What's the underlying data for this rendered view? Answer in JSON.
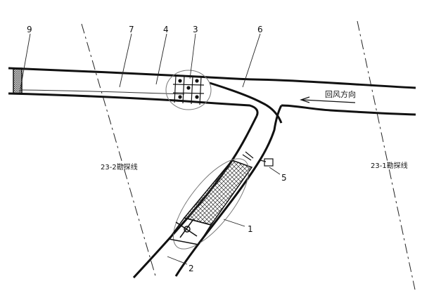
{
  "diagram": {
    "callouts": [
      {
        "id": "1",
        "text": "1"
      },
      {
        "id": "2",
        "text": "2"
      },
      {
        "id": "3",
        "text": "3"
      },
      {
        "id": "4",
        "text": "4"
      },
      {
        "id": "5",
        "text": "5"
      },
      {
        "id": "6",
        "text": "6"
      },
      {
        "id": "7",
        "text": "7"
      },
      {
        "id": "9",
        "text": "9"
      }
    ],
    "exploration_lines": {
      "left": "23-2勘探线",
      "right": "23-1勘探线"
    },
    "airflow_label": "回风方向",
    "colors": {
      "line": "#111111",
      "dash": "#222222",
      "background": "#ffffff"
    }
  }
}
